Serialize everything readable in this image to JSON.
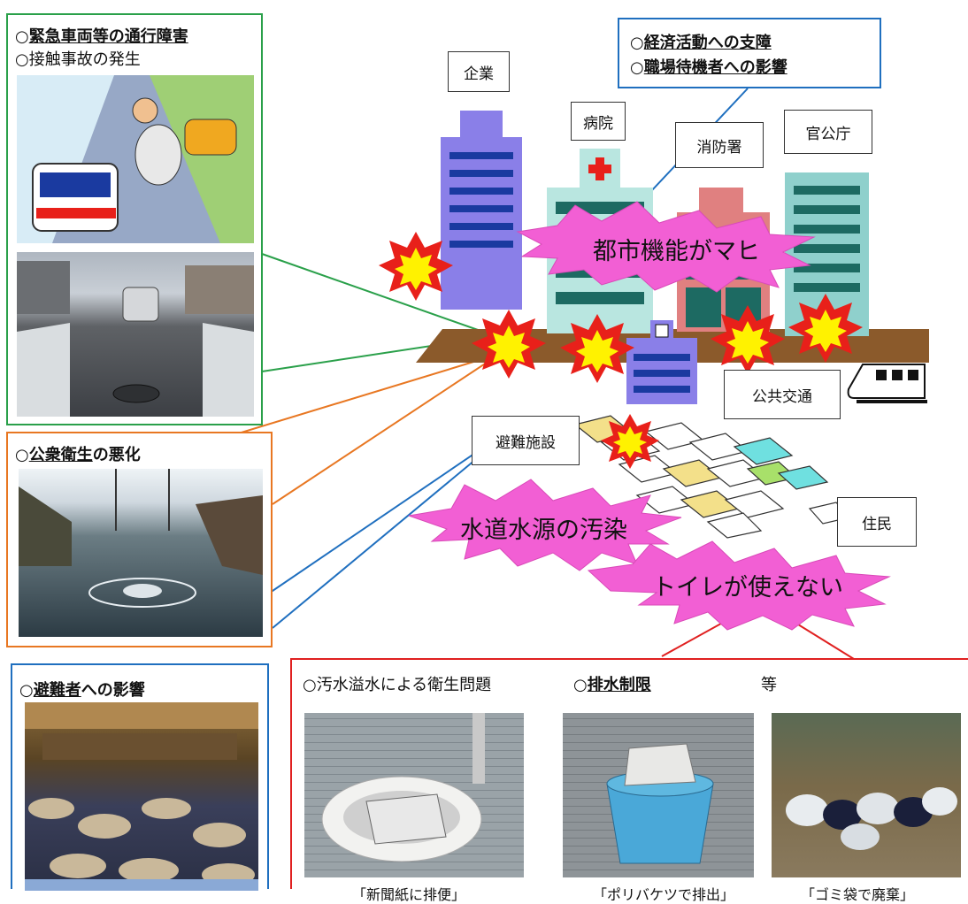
{
  "boxes": {
    "traffic": {
      "line1_prefix": "○",
      "line1": "緊急車両等の通行障害",
      "line2_prefix": "○",
      "line2": "接触事故の発生",
      "border_color": "#2aa04a"
    },
    "sanitation": {
      "prefix": "○",
      "underlined": "公衆衛生",
      "suffix": "の悪化",
      "border_color": "#e87722"
    },
    "evacuees": {
      "prefix": "○",
      "underlined": "避難者",
      "suffix": "への影響",
      "border_color": "#1f6fbf"
    },
    "economy": {
      "line1_prefix": "○",
      "line1": "経済活動への支障",
      "line2_prefix": "○",
      "line2": "職場待機者への影響",
      "border_color": "#1f6fbf"
    },
    "toilet": {
      "item1": "○汚水溢水による衛生問題",
      "item2_prefix": "○",
      "item2": "排水制限",
      "item3": "等",
      "captions": [
        "「新聞紙に排便」",
        "「ポリバケツで排出」",
        "「ゴミ袋で廃棄」"
      ],
      "border_color": "#e02020"
    }
  },
  "labels": {
    "company": "企業",
    "hospital": "病院",
    "fire_station": "消防署",
    "government": "官公庁",
    "public_transport": "公共交通",
    "shelter": "避難施設",
    "residents": "住民"
  },
  "bursts": {
    "city": "都市機能がマヒ",
    "water": "水道水源の汚染",
    "toilet": "トイレが使えない"
  },
  "colors": {
    "burst_pink": "#f25fd4",
    "explosion_red": "#e8201a",
    "explosion_yellow": "#fff200",
    "building_purple": "#8a7fe8",
    "building_teal": "#6fc9c2",
    "building_pink": "#e08080",
    "ground_brown": "#8b5a2b"
  }
}
